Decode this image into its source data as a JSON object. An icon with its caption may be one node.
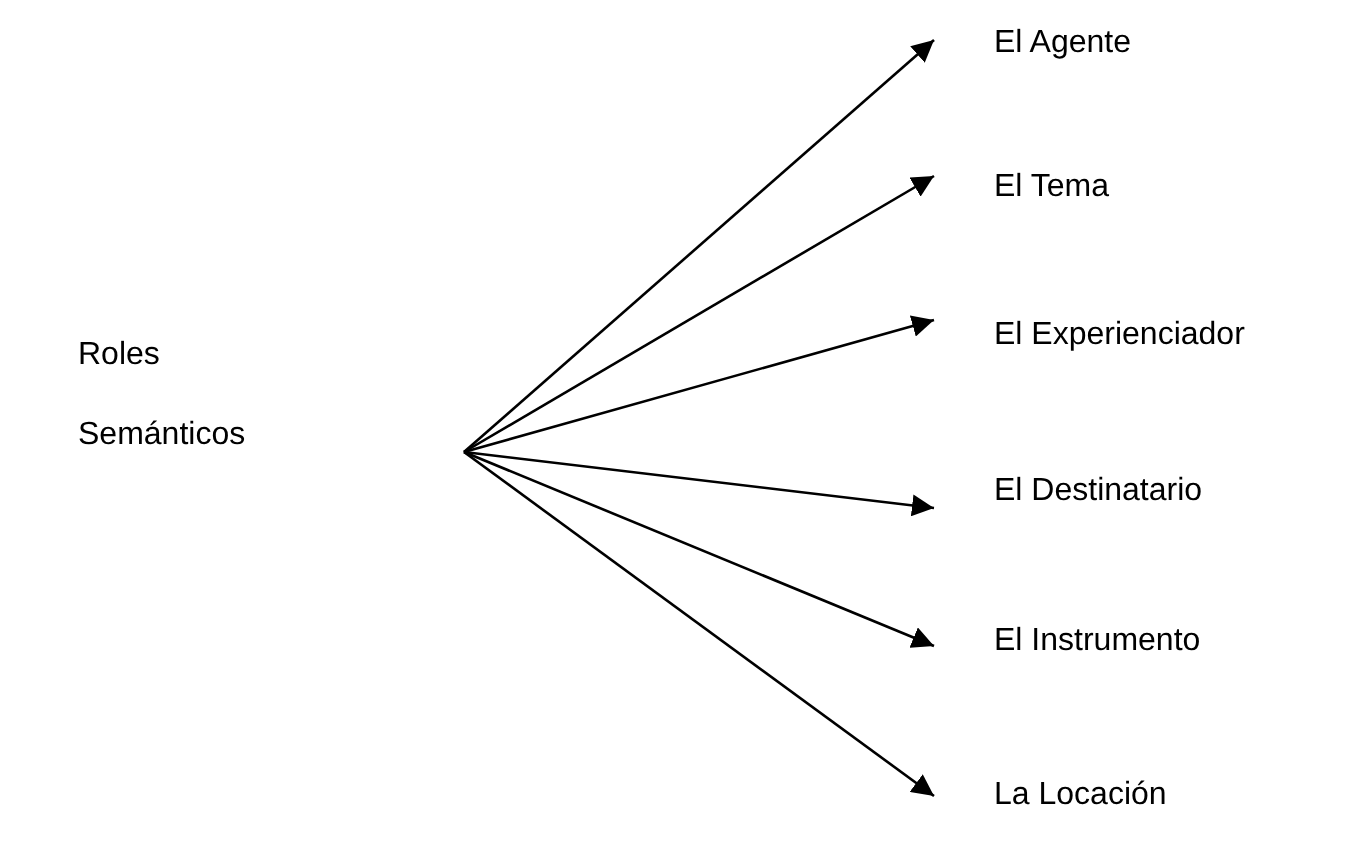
{
  "diagram": {
    "nodes": [
      {
        "text": [
          "Roles Semánticos"
        ]
      },
      {
        "text": [
          "El Agente"
        ]
      },
      {
        "text": [
          "El Tema"
        ]
      },
      {
        "text": [
          "El Experienciador"
        ]
      },
      {
        "text": [
          "El Destinatario"
        ]
      },
      {
        "text": [
          "El Instrumento"
        ]
      },
      {
        "text": [
          "La Locación"
        ]
      }
    ],
    "edges": [
      {
        "from": null,
        "to": 1,
        "arrow": "to"
      },
      {
        "from": null,
        "to": 2,
        "arrow": "to"
      },
      {
        "from": null,
        "to": 3,
        "arrow": "to"
      },
      {
        "from": null,
        "to": 4,
        "arrow": "to"
      },
      {
        "from": null,
        "to": 5,
        "arrow": "to"
      },
      {
        "from": null,
        "to": 6,
        "arrow": "to"
      }
    ]
  }
}
